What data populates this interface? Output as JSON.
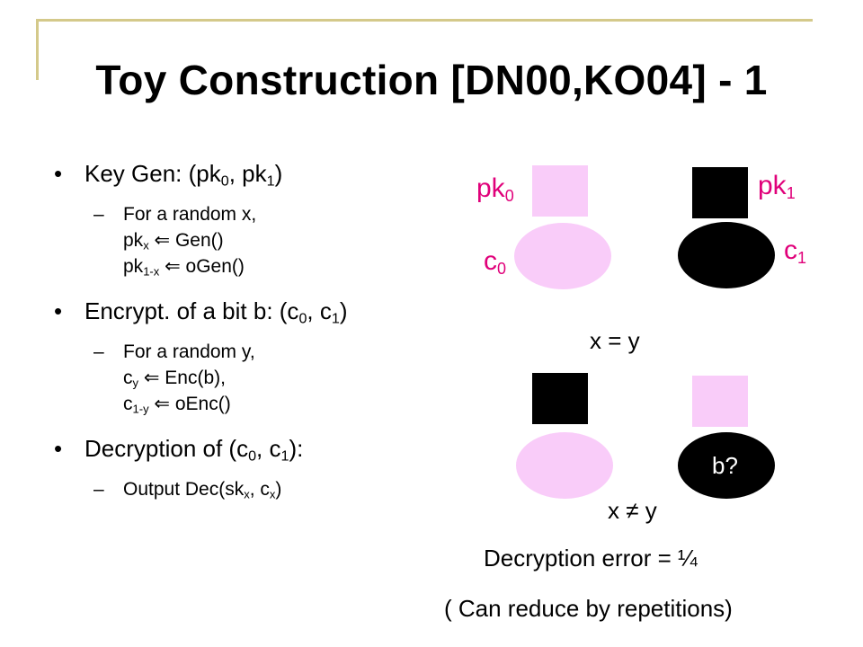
{
  "title": "Toy Construction [DN00,KO04] - 1",
  "bullets": {
    "keygen": {
      "text": "Key Gen: (pk",
      "s0": "0",
      "mid": ", pk",
      "s1": "1",
      "end": ")"
    },
    "keygen_sub": {
      "line1": "For a random x,",
      "line2_pre": "pk",
      "line2_sub": "x",
      "line2_post": " ⇐ Gen()",
      "line3_pre": "pk",
      "line3_sub": "1-x",
      "line3_post": " ⇐ oGen()"
    },
    "encrypt": {
      "text": "Encrypt. of a bit b: (c",
      "s0": "0",
      "mid": ", c",
      "s1": "1",
      "end": ")"
    },
    "encrypt_sub": {
      "line1": "For a random y,",
      "line2_pre": "c",
      "line2_sub": "y",
      "line2_post": " ⇐ Enc(b),",
      "line3_pre": "c",
      "line3_sub": "1-y",
      "line3_post": " ⇐ oEnc()"
    },
    "decrypt": {
      "text": "Decryption of (c",
      "s0": "0",
      "mid": ", c",
      "s1": "1",
      "end": "):"
    },
    "decrypt_sub": {
      "pre": "Output Dec(sk",
      "s1": "x",
      "mid": ", c",
      "s2": "x",
      "end": ")"
    }
  },
  "diagram": {
    "pk0": {
      "base": "pk",
      "sub": "0"
    },
    "pk1": {
      "base": "pk",
      "sub": "1"
    },
    "c0": {
      "base": "c",
      "sub": "0"
    },
    "c1": {
      "base": "c",
      "sub": "1"
    },
    "x_eq_y": "x = y",
    "x_neq_y": "x ≠ y",
    "b_question": "b?",
    "error": "Decryption error = ¼",
    "reduce": "( Can reduce by repetitions)"
  },
  "colors": {
    "pink": "#f9ccf9",
    "black": "#000000",
    "label": "#e0007a",
    "rule": "#d4c98a"
  }
}
